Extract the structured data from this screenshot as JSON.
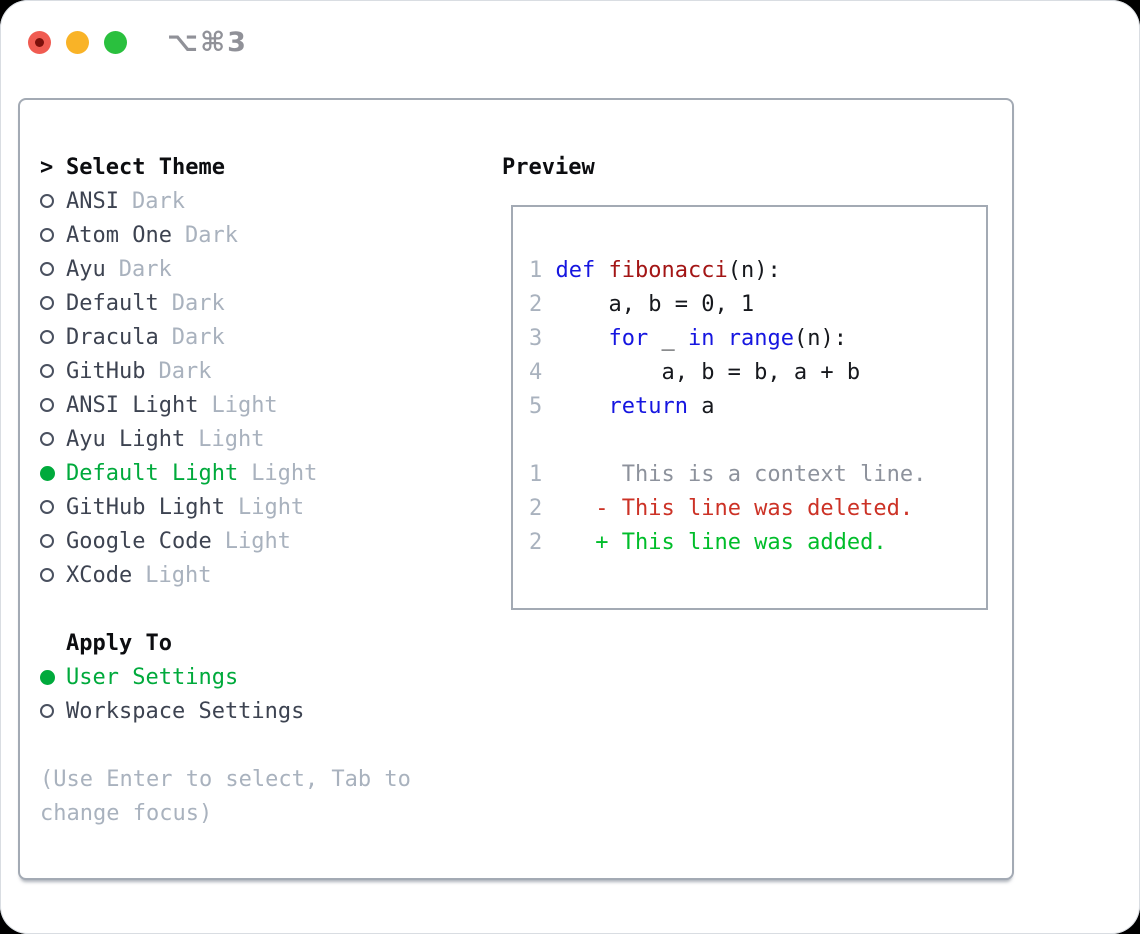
{
  "window": {
    "title": "⌥⌘3",
    "traffic_lights": [
      "close",
      "minimize",
      "zoom"
    ]
  },
  "theme_selector": {
    "prompt": ">",
    "title": "Select Theme",
    "items": [
      {
        "label": "ANSI",
        "tag": "Dark",
        "selected": false
      },
      {
        "label": "Atom One",
        "tag": "Dark",
        "selected": false
      },
      {
        "label": "Ayu",
        "tag": "Dark",
        "selected": false
      },
      {
        "label": "Default",
        "tag": "Dark",
        "selected": false
      },
      {
        "label": "Dracula",
        "tag": "Dark",
        "selected": false
      },
      {
        "label": "GitHub",
        "tag": "Dark",
        "selected": false
      },
      {
        "label": "ANSI Light",
        "tag": "Light",
        "selected": false
      },
      {
        "label": "Ayu Light",
        "tag": "Light",
        "selected": false
      },
      {
        "label": "Default Light",
        "tag": "Light",
        "selected": true
      },
      {
        "label": "GitHub Light",
        "tag": "Light",
        "selected": false
      },
      {
        "label": "Google Code",
        "tag": "Light",
        "selected": false
      },
      {
        "label": "XCode",
        "tag": "Light",
        "selected": false
      }
    ]
  },
  "apply_to": {
    "title": "Apply To",
    "options": [
      {
        "label": "User Settings",
        "selected": true
      },
      {
        "label": "Workspace Settings",
        "selected": false
      }
    ]
  },
  "help": {
    "line1": "(Use Enter to select, Tab to",
    "line2": "change focus)"
  },
  "preview": {
    "title": "Preview",
    "code_lines": [
      {
        "num": "1",
        "tokens": [
          {
            "text": "def",
            "type": "keyword"
          },
          {
            "text": " ",
            "type": "plain"
          },
          {
            "text": "fibonacci",
            "type": "function"
          },
          {
            "text": "(n):",
            "type": "plain"
          }
        ]
      },
      {
        "num": "2",
        "tokens": [
          {
            "text": "    a, b = 0, 1",
            "type": "plain"
          }
        ]
      },
      {
        "num": "3",
        "tokens": [
          {
            "text": "    ",
            "type": "plain"
          },
          {
            "text": "for",
            "type": "keyword"
          },
          {
            "text": " _ ",
            "type": "plain"
          },
          {
            "text": "in",
            "type": "keyword"
          },
          {
            "text": " ",
            "type": "plain"
          },
          {
            "text": "range",
            "type": "builtin"
          },
          {
            "text": "(n):",
            "type": "plain"
          }
        ]
      },
      {
        "num": "4",
        "tokens": [
          {
            "text": "        a, b = b, a + b",
            "type": "plain"
          }
        ]
      },
      {
        "num": "5",
        "tokens": [
          {
            "text": "    ",
            "type": "plain"
          },
          {
            "text": "return",
            "type": "keyword"
          },
          {
            "text": " a",
            "type": "plain"
          }
        ]
      }
    ],
    "diff_lines": [
      {
        "num": "1",
        "marker": " ",
        "text": "This is a context line.",
        "type": "context"
      },
      {
        "num": "2",
        "marker": "-",
        "text": "This line was deleted.",
        "type": "deleted"
      },
      {
        "num": "2",
        "marker": "+",
        "text": "This line was added.",
        "type": "added"
      }
    ]
  },
  "colors": {
    "selection_green": "#00aa3c",
    "keyword_blue": "#1616e0",
    "function_red": "#a31515",
    "deleted_red": "#cc3226",
    "added_green": "#00bd2a",
    "muted_gray": "#a9b2be",
    "text_dark": "#3d4351",
    "border_gray": "#a3aab4",
    "traffic_red": "#f05b51",
    "traffic_yellow": "#f9b327",
    "traffic_green": "#2ac03e"
  }
}
